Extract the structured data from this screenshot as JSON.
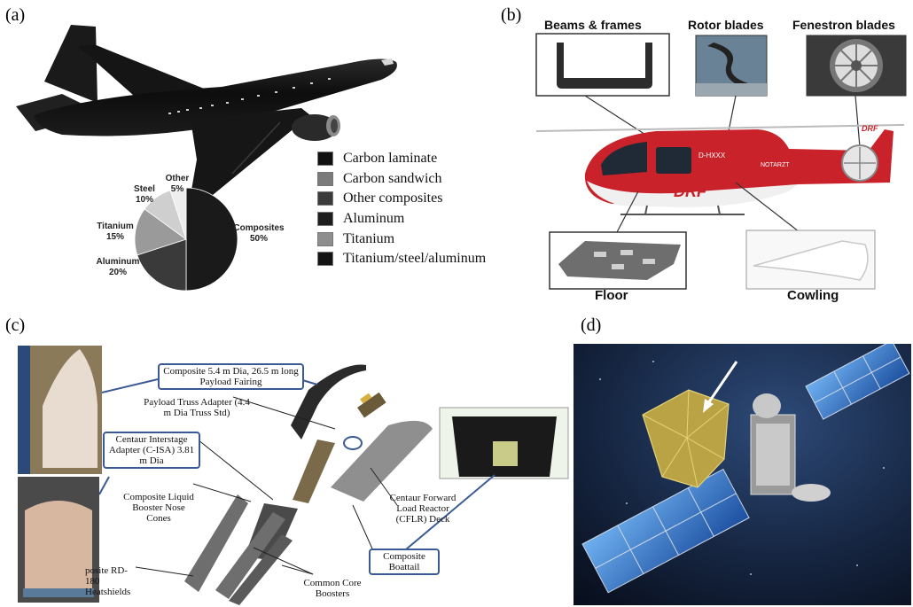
{
  "panel_a": {
    "label": "(a)",
    "legend": [
      {
        "label": "Carbon laminate",
        "color": "#111111"
      },
      {
        "label": "Carbon sandwich",
        "color": "#7b7b7b"
      },
      {
        "label": "Other composites",
        "color": "#3b3b3b"
      },
      {
        "label": "Aluminum",
        "color": "#1e1e1e"
      },
      {
        "label": "Titanium",
        "color": "#8e8e8e"
      },
      {
        "label": "Titanium/steel/aluminum",
        "color": "#141414"
      }
    ]
  },
  "chart_data": {
    "type": "pie",
    "slices": [
      {
        "name": "Composites",
        "value": 50,
        "label": "50%",
        "color": "#1a1a1a"
      },
      {
        "name": "Aluminum",
        "value": 20,
        "label": "20%",
        "color": "#3a3a3a"
      },
      {
        "name": "Titanium",
        "value": 15,
        "label": "15%",
        "color": "#9a9a9a"
      },
      {
        "name": "Steel",
        "value": 10,
        "label": "10%",
        "color": "#cfcfcf"
      },
      {
        "name": "Other",
        "value": 5,
        "label": "5%",
        "color": "#eeeeee"
      }
    ]
  },
  "panel_b": {
    "label": "(b)",
    "callouts": {
      "beams": "Beams & frames",
      "rotor": "Rotor blades",
      "fenestron": "Fenestron blades",
      "floor": "Floor",
      "cowling": "Cowling"
    },
    "livery": {
      "drf": "DRF",
      "registration": "D-HXXX",
      "notarzt": "NOTARZT"
    }
  },
  "panel_c": {
    "label": "(c)",
    "fairing": "Composite 5.4 m Dia, 26.5 m long Payload Fairing",
    "truss": "Payload Truss Adapter (4.4 m Dia Truss Std)",
    "interstage": "Centaur Interstage Adapter (C-ISA) 3.81 m Dia",
    "nosecones": "Composite Liquid Booster Nose Cones",
    "deck": "Centaur Forward Load Reactor (CFLR) Deck",
    "boattail": "Composite Boattail",
    "heatshields": "posite RD-180 Heatshields",
    "boosters": "Common Core Boosters"
  },
  "panel_d": {
    "label": "(d)"
  }
}
